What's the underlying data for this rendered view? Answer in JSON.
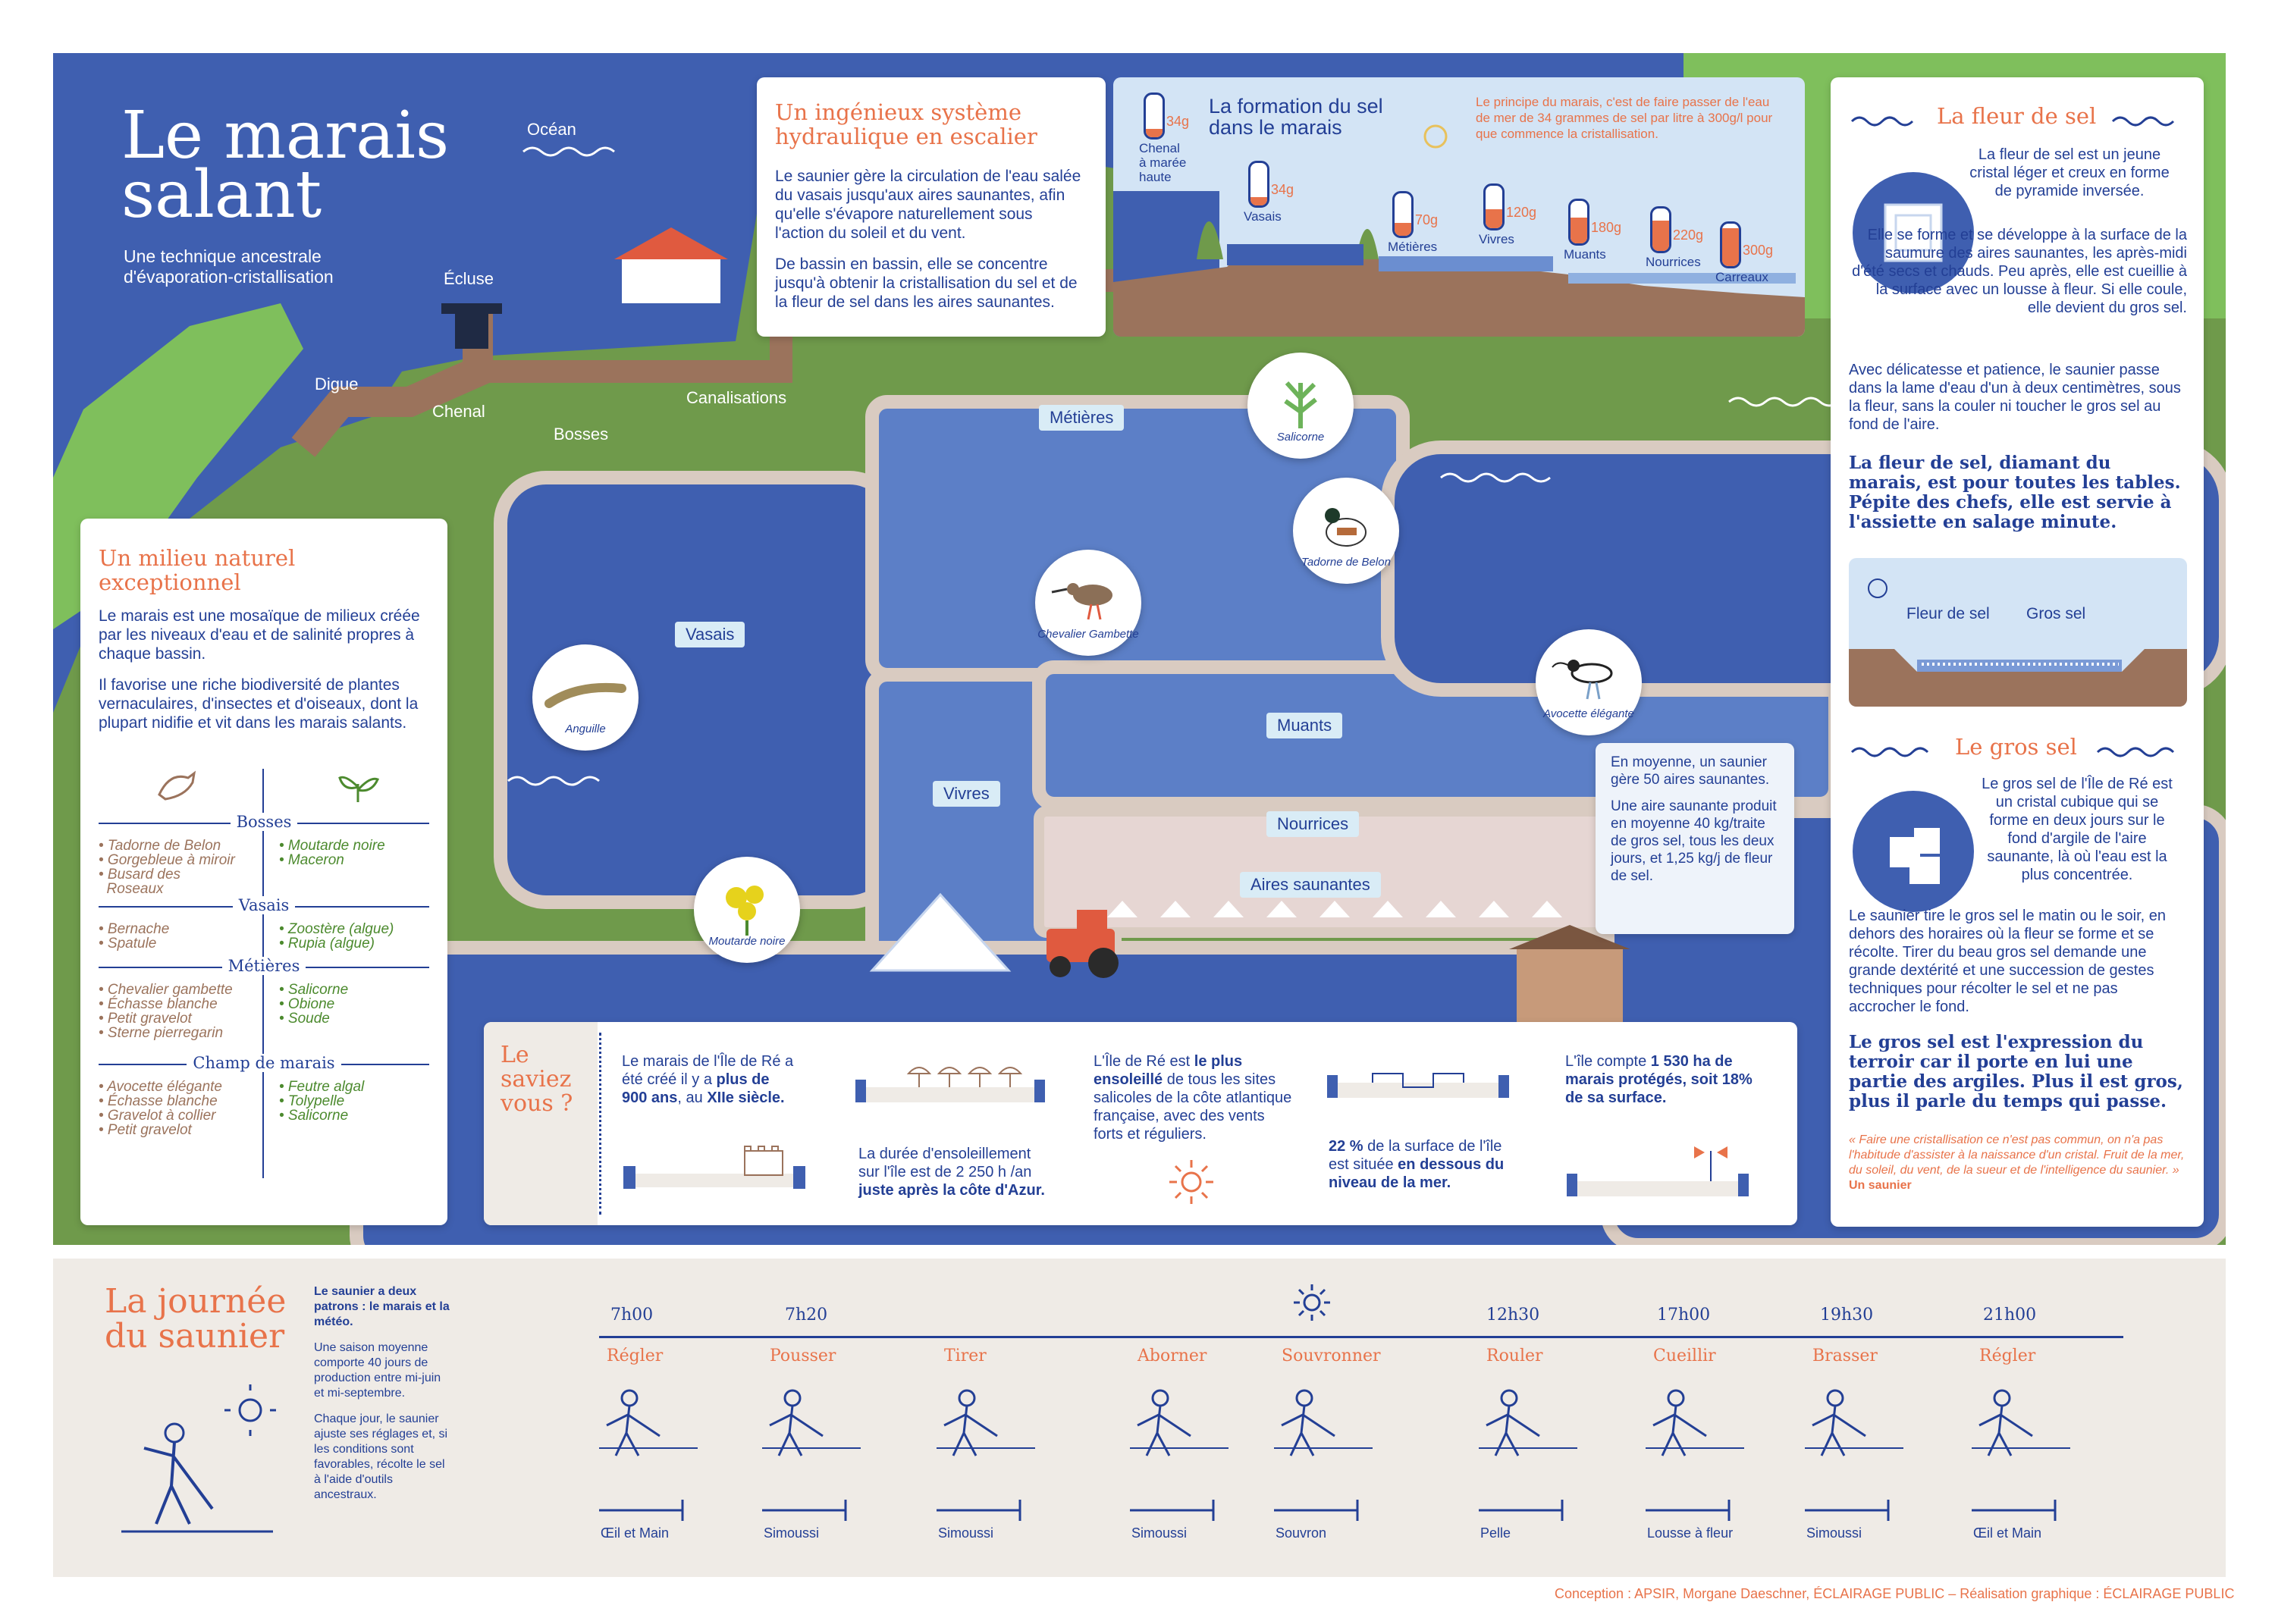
{
  "header": {
    "title_line1": "Le marais",
    "title_line2": "salant",
    "subtitle_line1": "Une technique ancestrale",
    "subtitle_line2": "d'évaporation-cristallisation"
  },
  "map_labels": {
    "ocean": "Océan",
    "ecluse": "Écluse",
    "digue": "Digue",
    "chenal": "Chenal",
    "bosses": "Bosses",
    "canalisations": "Canalisations",
    "vasais": "Vasais",
    "metieres": "Métières",
    "muants": "Muants",
    "vivres": "Vivres",
    "nourrices": "Nourrices",
    "aires": "Aires saunantes"
  },
  "animals": {
    "salicorne": "Salicorne",
    "tadorne": "Tadorne de Belon",
    "chevalier": "Chevalier Gambette",
    "avocette": "Avocette élégante",
    "anguille": "Anguille",
    "moutarde": "Moutarde noire"
  },
  "hydraulic": {
    "title_line1": "Un ingénieux système",
    "title_line2": "hydraulique en escalier",
    "p1": "Le saunier gère la circulation de l'eau salée du vasais jusqu'aux aires saunantes, afin qu'elle s'évapore naturellement sous l'action du soleil et du vent.",
    "p2": "De bassin en bassin, elle se concentre jusqu'à obtenir la cristallisation du sel et de la fleur de sel dans les aires saunantes."
  },
  "formation": {
    "title_line1": "La formation du sel",
    "title_line2": "dans le marais",
    "text": "Le principe du marais, c'est de faire passer de l'eau de mer de 34 grammes de sel par litre à 300g/l pour que commence la cristallisation.",
    "stages": [
      {
        "value": "34g",
        "label": "Chenal\nà marée\nhaute",
        "fill": 0.2
      },
      {
        "value": "34g",
        "label": "Vasais",
        "fill": 0.2
      },
      {
        "value": "70g",
        "label": "Métières",
        "fill": 0.3
      },
      {
        "value": "120g",
        "label": "Vivres",
        "fill": 0.45
      },
      {
        "value": "180g",
        "label": "Muants",
        "fill": 0.6
      },
      {
        "value": "220g",
        "label": "Nourrices",
        "fill": 0.72
      },
      {
        "value": "300g",
        "label": "Carreaux",
        "fill": 0.9
      }
    ]
  },
  "milieu": {
    "title_line1": "Un milieu naturel",
    "title_line2": "exceptionnel",
    "p1": "Le marais est une mosaïque de milieux créée par les niveaux d'eau et de salinité propres à chaque bassin.",
    "p2": "Il favorise une riche biodiversité de plantes vernaculaires, d'insectes et d'oiseaux, dont la plupart nidifie et vit dans les marais salants.",
    "groups": [
      {
        "name": "Bosses",
        "fauna": "• Tadorne de Belon\n• Gorgebleue à miroir\n• Busard des\n  Roseaux",
        "flora": "• Moutarde noire\n• Maceron"
      },
      {
        "name": "Vasais",
        "fauna": "• Bernache\n• Spatule",
        "flora": "• Zoostère (algue)\n• Rupia (algue)"
      },
      {
        "name": "Métières",
        "fauna": "• Chevalier gambette\n• Échasse blanche\n• Petit gravelot\n• Sterne pierregarin",
        "flora": "• Salicorne\n• Obione\n• Soude"
      },
      {
        "name": "Champ de marais",
        "fauna": "• Avocette élégante\n• Échasse blanche\n• Gravelot à collier\n• Petit gravelot",
        "flora": "• Feutre algal\n• Tolypelle\n• Salicorne"
      }
    ]
  },
  "moyenne": {
    "p1": "En moyenne, un saunier gère 50 aires saunantes.",
    "p2": "Une aire saunante produit en moyenne 40 kg/traite de gros sel, tous les deux jours, et 1,25 kg/j de fleur de sel."
  },
  "saviez": {
    "title_line1": "Le",
    "title_line2": "saviez",
    "title_line3": "vous ?",
    "f1_a": "Le marais de l'Île de Ré a été créé il y a ",
    "f1_b": "plus de 900 ans",
    "f1_c": ", au ",
    "f1_d": "XIIe siècle.",
    "f2_a": "La durée d'ensoleillement sur l'île est de 2 250 h /an ",
    "f2_b": "juste après la côte d'Azur.",
    "f3_a": "L'Île de Ré est ",
    "f3_b": "le plus ensoleillé",
    "f3_c": " de tous les sites salicoles de la côte atlantique française, avec des vents forts et réguliers.",
    "f4_a": "22 %",
    "f4_b": " de la surface de l'île est située ",
    "f4_c": "en dessous du niveau de la mer.",
    "f5_a": "L'île compte ",
    "f5_b": "1 530 ha de marais protégés, soit 18% de sa surface."
  },
  "fleur": {
    "title": "La fleur de sel",
    "p1": "La fleur de sel est un jeune cristal léger et creux en forme de pyramide inversée.",
    "p2": "Elle se forme et se développe à la surface de la saumure des aires saunantes, les après-midi d'été secs et chauds. Peu après, elle est cueillie à la surface avec un lousse à fleur. Si elle coule, elle devient du gros sel.",
    "p3": "Avec délicatesse et patience, le saunier passe dans la lame d'eau d'un à deux centimètres, sous la fleur, sans la couler ni toucher le gros sel au fond de l'aire.",
    "quote": "La fleur de sel, diamant du marais, est pour toutes les tables. Pépite des chefs, elle est servie à l'assiette en salage minute.",
    "label_fleur": "Fleur de sel",
    "label_gros": "Gros sel"
  },
  "gros": {
    "title": "Le gros sel",
    "p1": "Le gros sel de l'Île de Ré est un cristal cubique qui se forme en deux jours sur le fond d'argile de l'aire saunante, là où l'eau est la plus concentrée.",
    "p2": "Le saunier tire le gros sel le matin ou le soir, en dehors des horaires où la fleur se forme et se récolte. Tirer du beau gros sel demande une grande dextérité et une succession de gestes techniques pour récolter le sel et ne pas accrocher le fond.",
    "quote": "Le gros sel est l'expression du terroir car il porte en lui une partie des argiles. Plus il est gros, plus il parle du temps qui passe.",
    "citation": "« Faire une cristallisation ce n'est pas commun, on n'a pas l'habitude d'assister à la naissance d'un cristal. Fruit de la mer, du soleil, du vent, de la sueur et de l'intelligence du saunier. »",
    "citation_author": "Un saunier"
  },
  "journee": {
    "title_line1": "La journée",
    "title_line2": "du saunier",
    "p1": "Le saunier a deux patrons : le marais et la météo.",
    "p2": "Une saison moyenne comporte 40 jours de production entre mi-juin et mi-septembre.",
    "p3": "Chaque jour, le saunier ajuste ses réglages et, si les conditions sont favorables, récolte le sel à l'aide d'outils ancestraux.",
    "times": [
      "7h00",
      "7h20",
      "12h30",
      "17h00",
      "19h30",
      "21h00"
    ],
    "steps": [
      "Régler",
      "Pousser",
      "Tirer",
      "Aborner",
      "Souvronner",
      "Rouler",
      "Cueillir",
      "Brasser",
      "Régler"
    ],
    "tools": [
      "Œil et Main",
      "Simoussi",
      "Simoussi",
      "Simoussi",
      "Souvron",
      "Pelle",
      "Lousse à fleur",
      "Simoussi",
      "Œil et Main"
    ]
  },
  "credits": "Conception : APSIR, Morgane Daeschner, ÉCLAIRAGE PUBLIC – Réalisation graphique : ÉCLAIRAGE PUBLIC",
  "colors": {
    "water": "#3f5fb0",
    "land": "#6db35a",
    "path": "#d9cbc1",
    "accent": "#e8734a",
    "navy": "#233f95"
  }
}
